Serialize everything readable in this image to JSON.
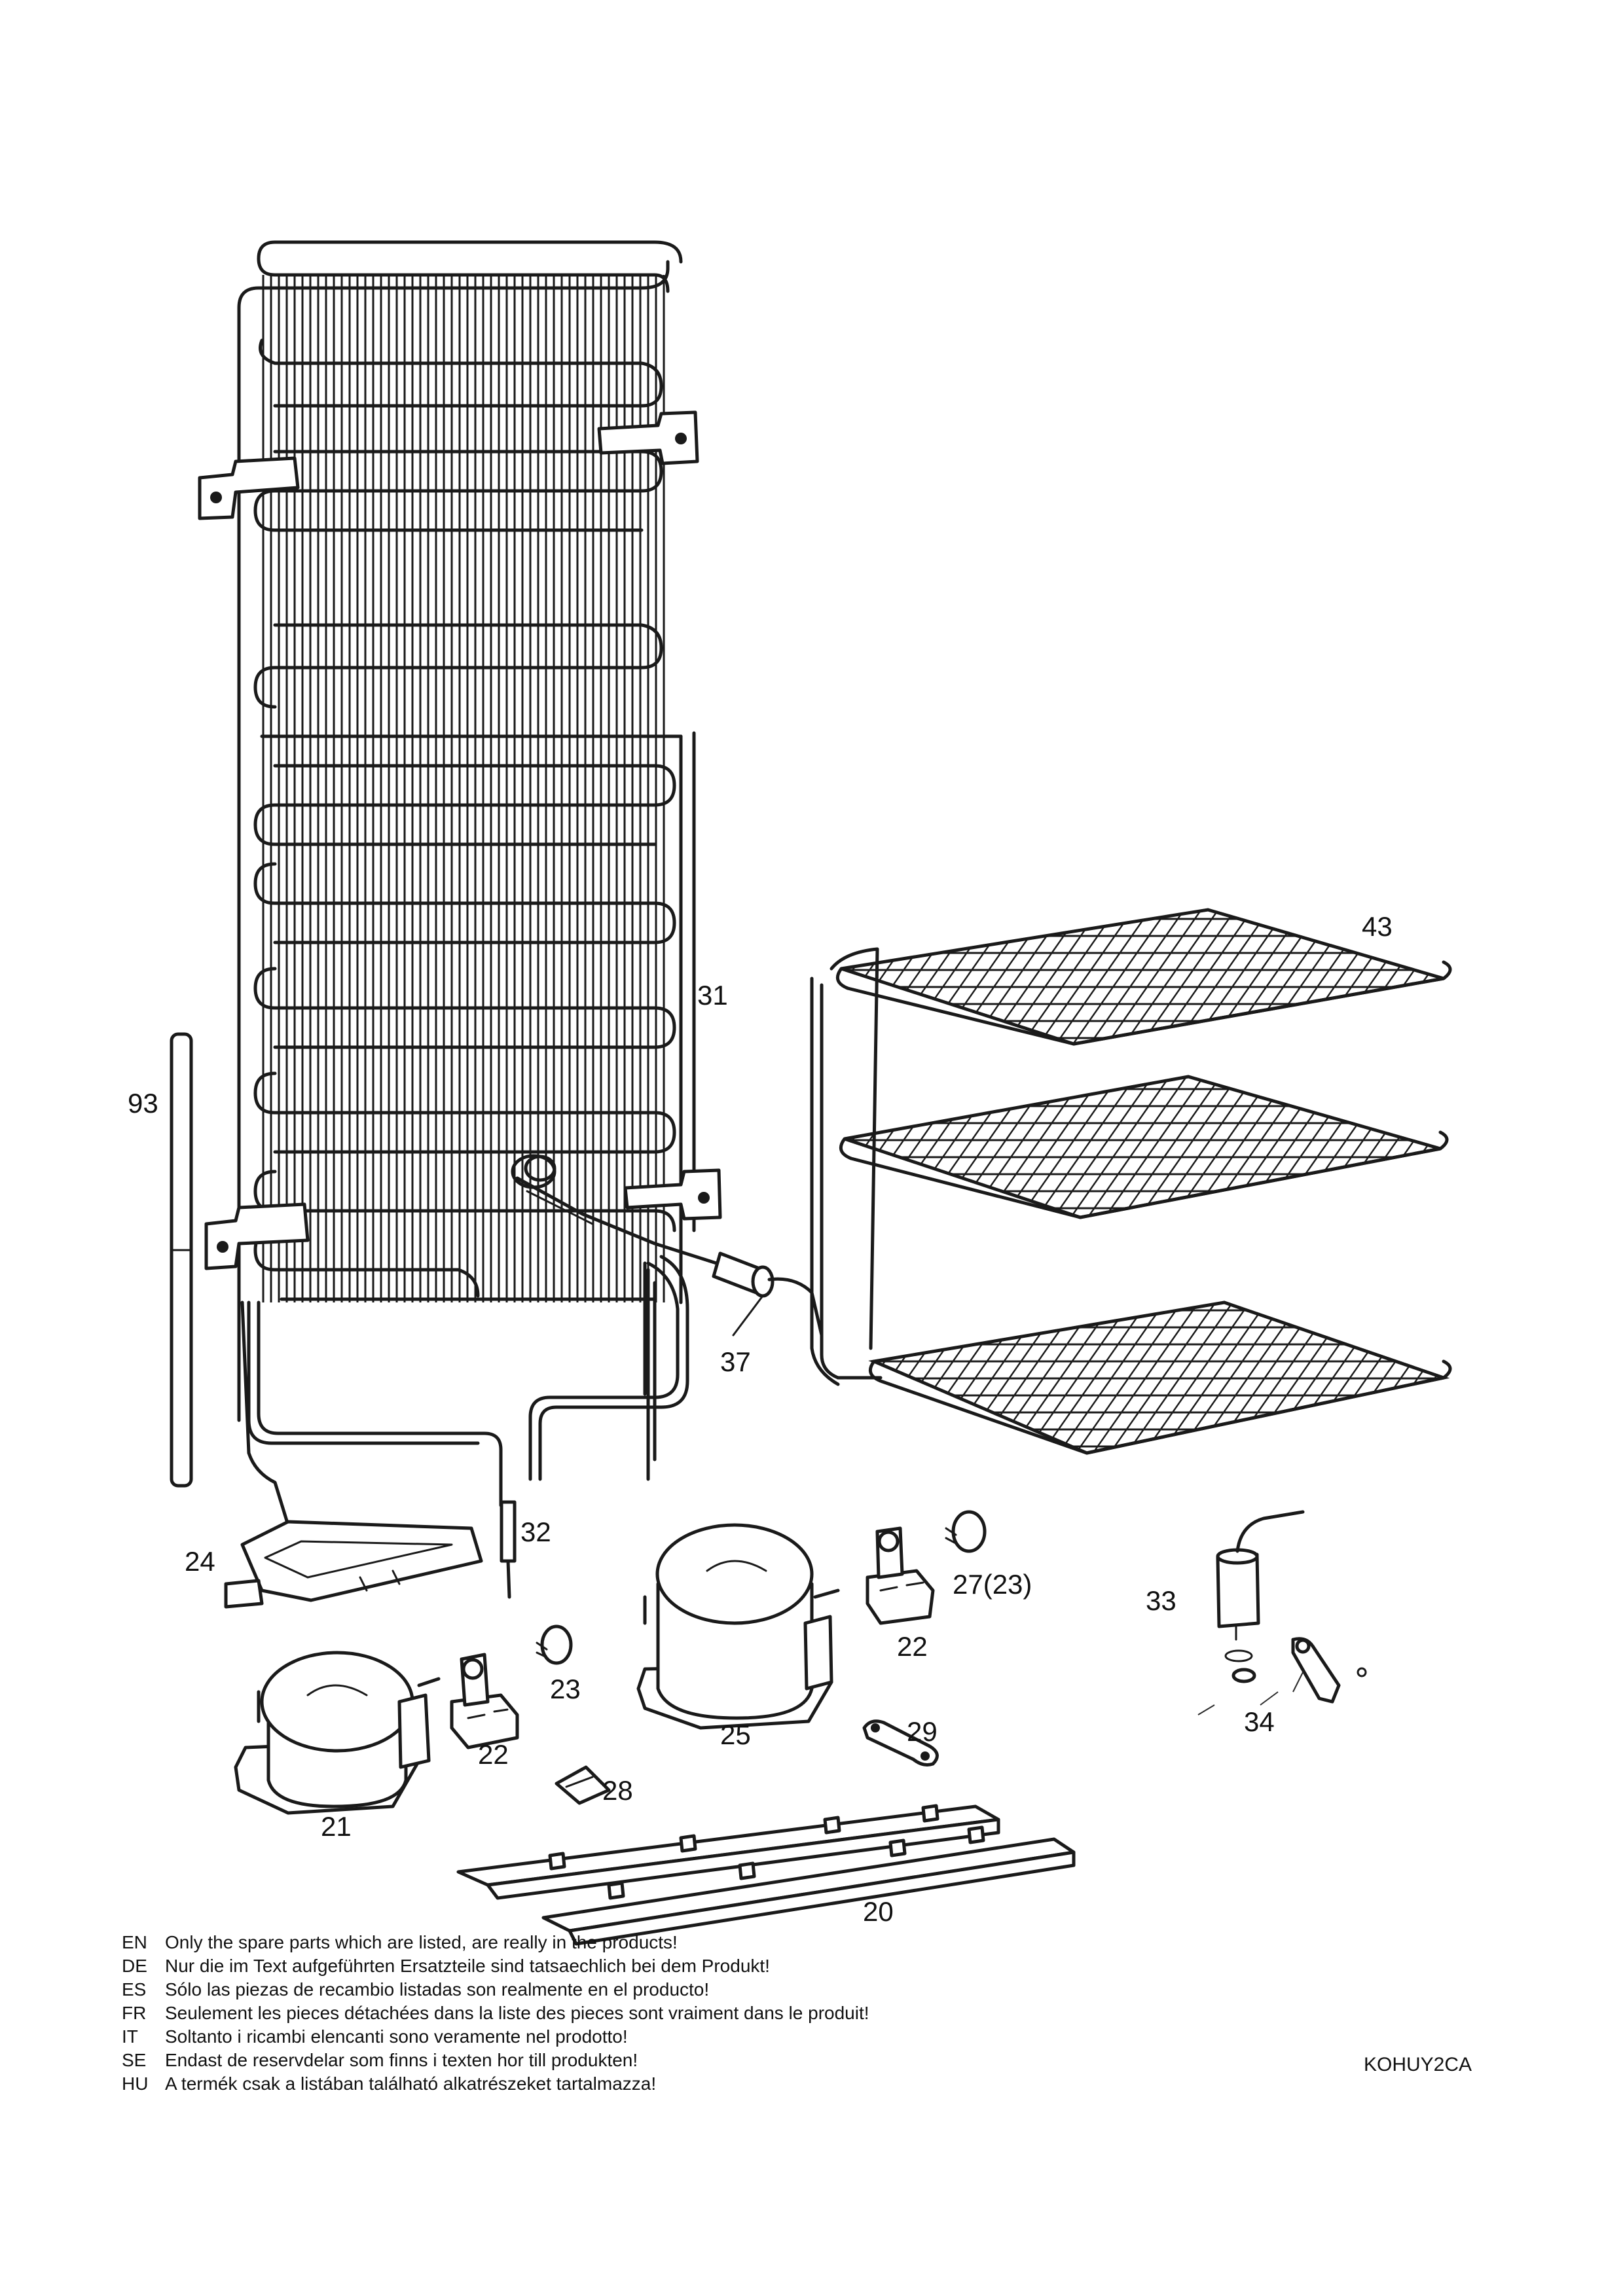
{
  "callouts": {
    "c20": "20",
    "c21": "21",
    "c22a": "22",
    "c22b": "22",
    "c23": "23",
    "c24": "24",
    "c25": "25",
    "c27": "27(23)",
    "c28": "28",
    "c29": "29",
    "c31": "31",
    "c32": "32",
    "c33": "33",
    "c34": "34",
    "c37": "37",
    "c43": "43",
    "c93": "93"
  },
  "notes": [
    {
      "lang": "EN",
      "text": "Only the spare parts which are listed, are really in the products!"
    },
    {
      "lang": "DE",
      "text": "Nur die im Text aufgeführten Ersatzteile sind tatsaechlich bei dem Produkt!"
    },
    {
      "lang": "ES",
      "text": "Sólo las piezas de recambio  listadas son realmente en el producto!"
    },
    {
      "lang": "FR",
      "text": "Seulement les pieces détachées dans la liste des pieces sont vraiment dans le produit!"
    },
    {
      "lang": "IT",
      "text": "Soltanto i ricambi elencanti sono veramente nel prodotto!"
    },
    {
      "lang": "SE",
      "text": "Endast de reservdelar som finns i texten hor till produkten!"
    },
    {
      "lang": "HU",
      "text": "A termék csak a listában található alkatrészeket tartalmazza!"
    }
  ],
  "doc_code": "KOHUY2CA"
}
